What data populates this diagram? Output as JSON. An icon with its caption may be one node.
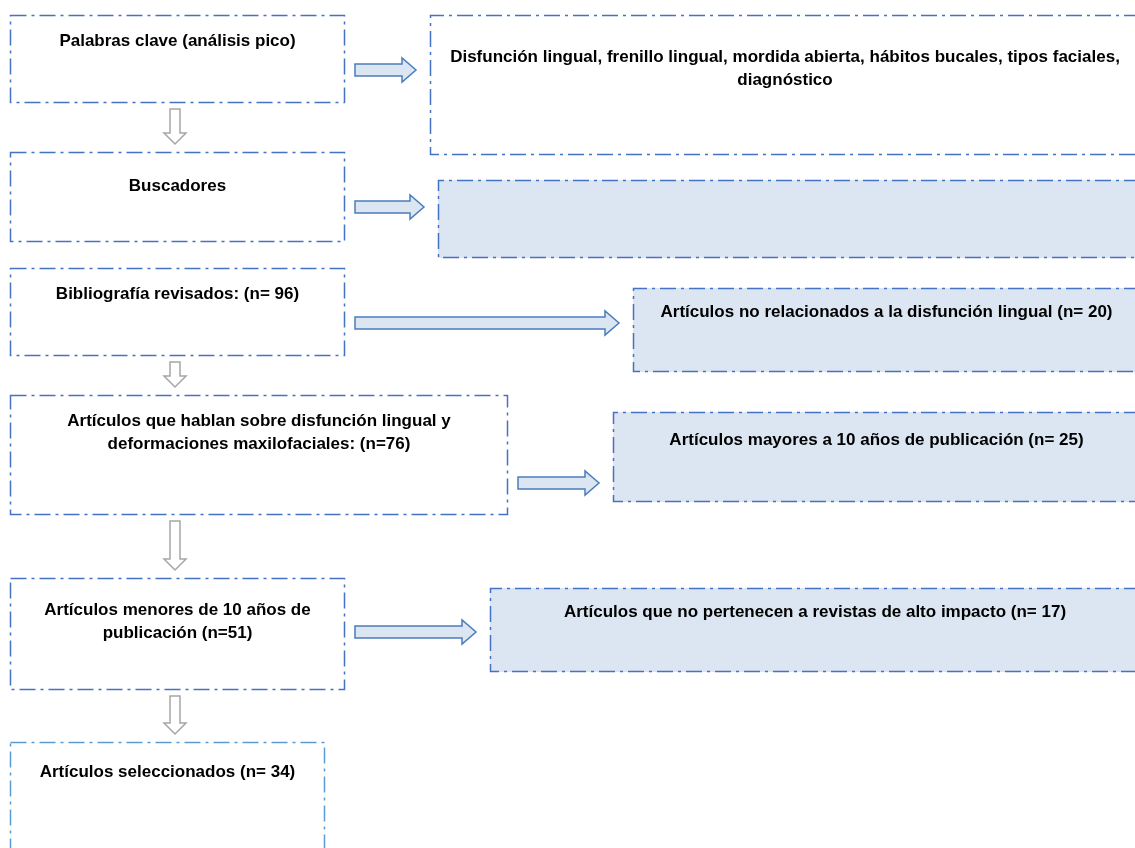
{
  "diagram": {
    "nodes": [
      {
        "text": [
          "Palabras clave (análisis pico)"
        ]
      },
      {
        "text": [
          "Disfunción lingual, frenillo lingual, mordida abierta, hábitos bucales, tipos faciales, diagnóstico"
        ]
      },
      {
        "text": [
          "Buscadores"
        ]
      },
      {
        "text": [],
        "shape": "box"
      },
      {
        "text": [
          "Bibliografía revisados: (n= 96)"
        ]
      },
      {
        "text": [
          "Artículos no relacionados a la disfunción lingual (n= 20)"
        ]
      },
      {
        "text": [
          "Artículos que hablan sobre disfunción lingual y deformaciones maxilofaciales: (n=76)"
        ]
      },
      {
        "text": [
          "Artículos mayores a 10 años de publicación (n= 25)"
        ]
      },
      {
        "text": [
          "Artículos menores de 10 años de publicación (n=51)"
        ]
      },
      {
        "text": [
          "Artículos que no pertenecen a revistas de alto impacto (n= 17)"
        ]
      },
      {
        "text": [
          "Artículos seleccionados (n= 34)"
        ]
      }
    ],
    "edges": [
      {
        "from": 0,
        "to": 1,
        "arrow": "to"
      },
      {
        "from": 0,
        "to": 2,
        "arrow": "to",
        "color": "#a6a6a6"
      },
      {
        "from": 2,
        "to": 3,
        "arrow": "to"
      },
      {
        "from": 4,
        "to": 5,
        "arrow": "to"
      },
      {
        "from": 4,
        "to": 6,
        "arrow": "to",
        "color": "#a6a6a6"
      },
      {
        "from": 6,
        "to": 7,
        "arrow": "to"
      },
      {
        "from": 6,
        "to": 8,
        "arrow": "to",
        "color": "#a6a6a6"
      },
      {
        "from": 8,
        "to": 9,
        "arrow": "to"
      },
      {
        "from": 8,
        "to": 10,
        "arrow": "to",
        "color": "#a6a6a6"
      }
    ]
  }
}
